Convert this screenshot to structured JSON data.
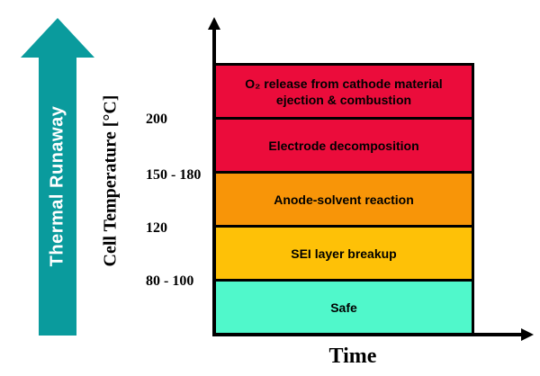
{
  "thermal_arrow": {
    "label": "Thermal Runaway",
    "color": "#0A9B9D",
    "text_color": "#FFFFFF"
  },
  "y_axis": {
    "label": "Cell Temperature [°C]",
    "ticks": [
      {
        "label": "200"
      },
      {
        "label": "150 - 180"
      },
      {
        "label": "120"
      },
      {
        "label": "80 - 100"
      }
    ]
  },
  "x_axis": {
    "label": "Time"
  },
  "chart_data": {
    "type": "area",
    "title": "",
    "xlabel": "Time",
    "ylabel": "Cell Temperature [°C]",
    "legend": "none",
    "grid": false,
    "zones_top_to_bottom": [
      {
        "label_lines": [
          "O₂ release from cathode material",
          "ejection & combustion"
        ],
        "boundary_below": "200",
        "color": "#EB0C3B"
      },
      {
        "label_lines": [
          "Electrode decomposition"
        ],
        "boundary_below": "150 - 180",
        "color": "#EB0C3B"
      },
      {
        "label_lines": [
          "Anode-solvent reaction"
        ],
        "boundary_below": "120",
        "color": "#F89508"
      },
      {
        "label_lines": [
          "SEI layer breakup"
        ],
        "boundary_below": "80 - 100",
        "color": "#FEC107"
      },
      {
        "label_lines": [
          "Safe"
        ],
        "boundary_below": null,
        "color": "#50F8CB"
      }
    ]
  }
}
